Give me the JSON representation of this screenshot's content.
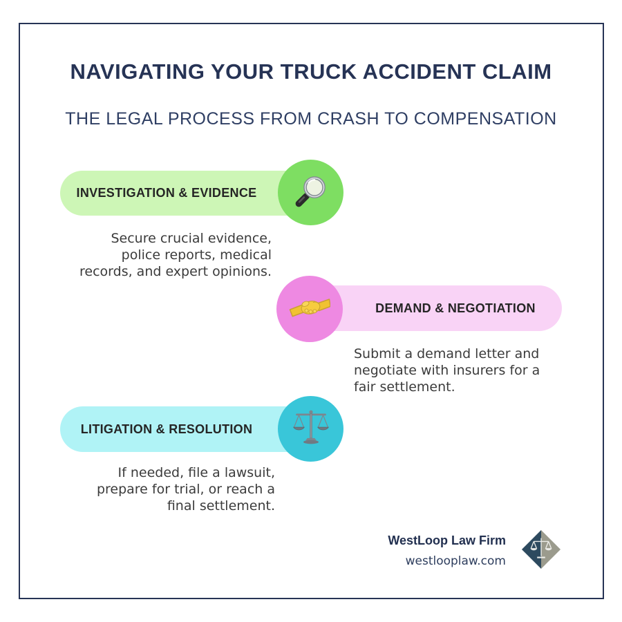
{
  "header": {
    "title": "NAVIGATING YOUR TRUCK ACCIDENT CLAIM",
    "subtitle": "THE LEGAL PROCESS FROM CRASH TO COMPENSATION"
  },
  "colors": {
    "navy": "#263355",
    "subtitle_navy": "#2e3e63",
    "body_text": "#3b3b3b",
    "border": "#263355"
  },
  "steps": [
    {
      "label": "INVESTIGATION & EVIDENCE",
      "description": "Secure crucial evidence,\npolice reports, medical\nrecords, and expert opinions.",
      "icon": "magnifier-icon",
      "pill_color": "#cdf6b6",
      "circle_color": "#7ede62"
    },
    {
      "label": "DEMAND & NEGOTIATION",
      "description": "Submit a demand letter and\nnegotiate with insurers for a\nfair settlement.",
      "icon": "handshake-icon",
      "pill_color": "#f9d3f6",
      "circle_color": "#ee89e2"
    },
    {
      "label": "LITIGATION & RESOLUTION",
      "description": "If needed, file a lawsuit,\nprepare for trial, or reach a\nfinal settlement.",
      "icon": "scales-icon",
      "pill_color": "#b0f3f6",
      "circle_color": "#39c6d9"
    }
  ],
  "footer": {
    "brand": "WestLoop Law Firm",
    "website": "westlooplaw.com",
    "logo": {
      "name": "westloop-diamond-scales-logo",
      "left_color": "#2d4a5f",
      "right_color": "#9b9b8d"
    }
  }
}
